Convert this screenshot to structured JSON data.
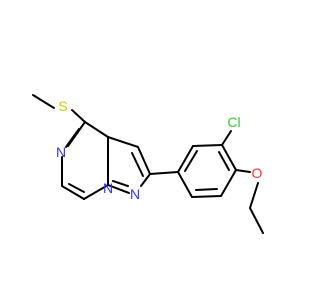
{
  "molecule": {
    "atoms": {
      "S": {
        "label": "S",
        "color": "#cccc00"
      },
      "N5": {
        "label": "N",
        "color": "#3333ff"
      },
      "N1": {
        "label": "N",
        "color": "#3333ff"
      },
      "N2": {
        "label": "N",
        "color": "#3333ff"
      },
      "Cl": {
        "label": "Cl",
        "color": "#33cc33"
      },
      "O": {
        "label": "O",
        "color": "#ff3333"
      }
    },
    "bond_color": "#000000"
  }
}
